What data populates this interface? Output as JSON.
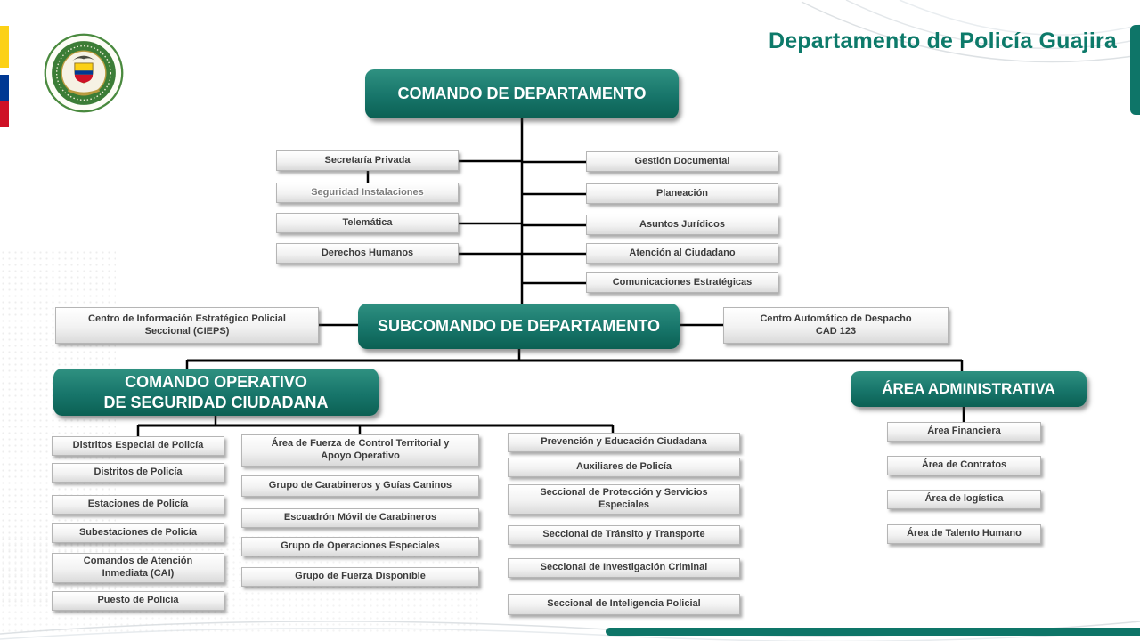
{
  "colors": {
    "teal": "#0e7568",
    "teal_light": "#2f9181",
    "connector": "#000000",
    "box_text": "#3c3c3c",
    "flag_yellow": "#FCD116",
    "flag_blue": "#003893",
    "flag_red": "#CE1126"
  },
  "header": {
    "title": "Departamento de Policía Guajira",
    "logo": "policia-nacional-emblem"
  },
  "org": {
    "root": "COMANDO DE DEPARTAMENTO",
    "left_staff": [
      "Secretaría Privada",
      "Seguridad Instalaciones",
      "Telemática",
      "Derechos Humanos"
    ],
    "right_staff": [
      "Gestión Documental",
      "Planeación",
      "Asuntos Jurídicos",
      "Atención al Ciudadano",
      "Comunicaciones Estratégicas"
    ],
    "subcommand": "SUBCOMANDO DE DEPARTAMENTO",
    "subcommand_left": "Centro de Información Estratégico Policial\nSeccional (CIEPS)",
    "subcommand_right": "Centro Automático de Despacho\nCAD 123",
    "operational_command": "COMANDO OPERATIVO\nDE SEGURIDAD CIUDADANA",
    "operational_col1": [
      "Distritos Especial de Policía",
      "Distritos de Policía",
      "Estaciones de Policía",
      "Subestaciones de Policía",
      "Comandos de Atención\nInmediata (CAI)",
      "Puesto de Policía"
    ],
    "operational_col2": [
      "Área de Fuerza de Control Territorial y\nApoyo Operativo",
      "Grupo de Carabineros y Guías Caninos",
      "Escuadrón Móvil de Carabineros",
      "Grupo de Operaciones Especiales",
      "Grupo de Fuerza Disponible"
    ],
    "operational_col3": [
      "Prevención y Educación Ciudadana",
      "Auxiliares de Policía",
      "Seccional de Protección y Servicios\nEspeciales",
      "Seccional de Tránsito y Transporte",
      "Seccional de Investigación Criminal",
      "Seccional de Inteligencia Policial"
    ],
    "admin_area": "ÁREA ADMINISTRATIVA",
    "admin_items": [
      "Área Financiera",
      "Área de Contratos",
      "Área de logística",
      "Área de Talento Humano"
    ]
  }
}
